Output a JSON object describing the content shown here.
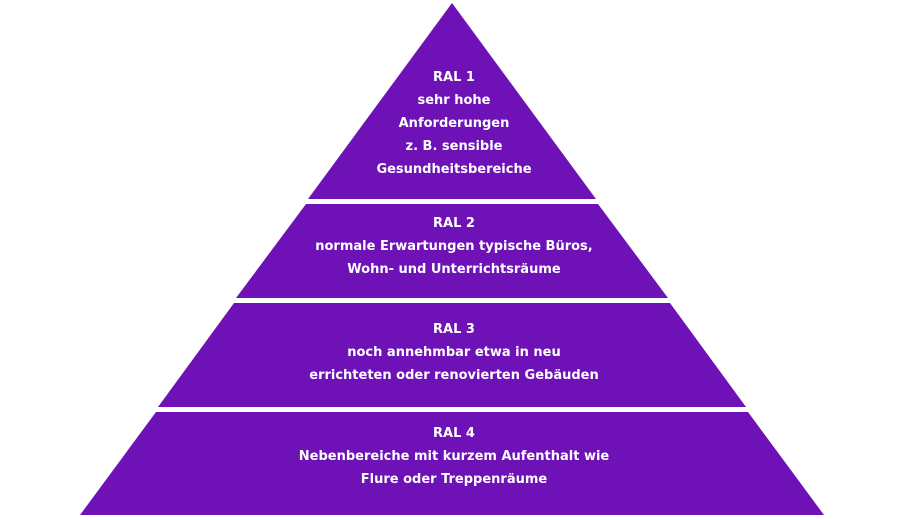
{
  "colors": {
    "tier_fill": "#6e12b8",
    "text": "#ffffff",
    "background": "#ffffff"
  },
  "tiers": [
    {
      "title": "RAL 1",
      "lines": [
        "sehr hohe",
        "Anforderungen",
        "z. B. sensible",
        "Gesundheitsbereiche"
      ]
    },
    {
      "title": "RAL 2",
      "lines": [
        "normale Erwartungen typische Büros,",
        "Wohn- und Unterrichtsräume"
      ]
    },
    {
      "title": "RAL 3",
      "lines": [
        "noch annehmbar etwa in neu",
        "errichteten oder renovierten Gebäuden"
      ]
    },
    {
      "title": "RAL 4",
      "lines": [
        "Nebenbereiche mit kurzem Aufenthalt wie",
        "Flure oder Treppenräume"
      ]
    }
  ]
}
